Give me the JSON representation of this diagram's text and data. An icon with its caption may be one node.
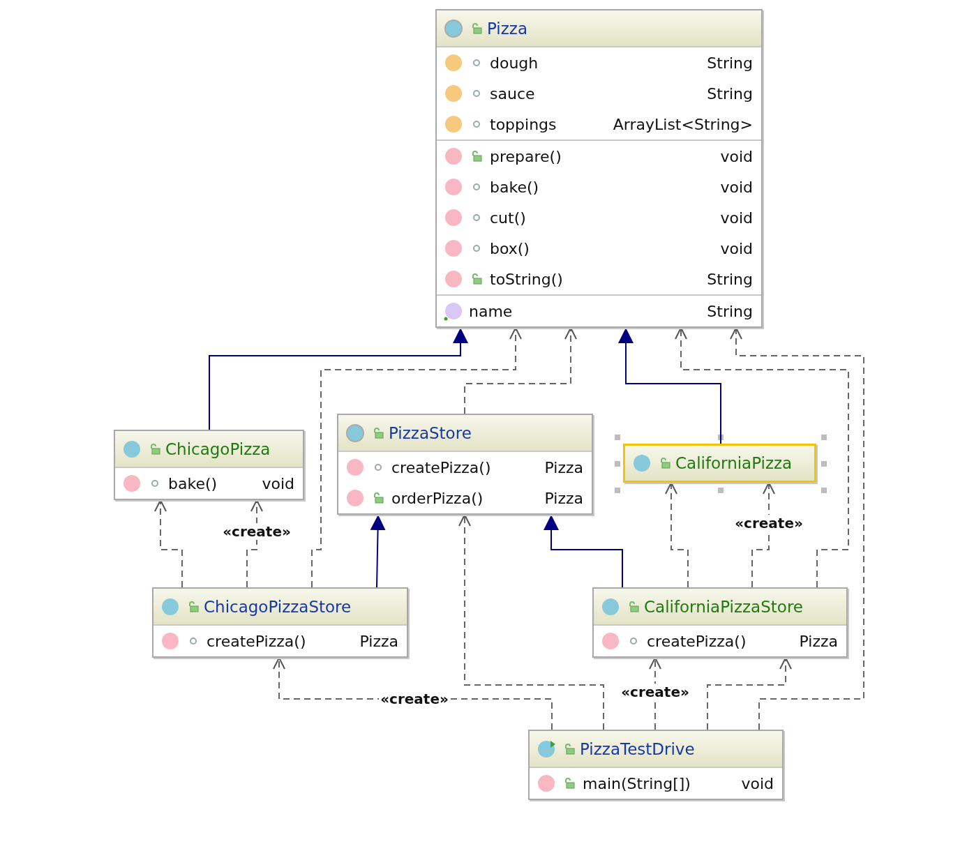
{
  "diagram": {
    "nodes": [
      {
        "text": [
          "Pizza",
          "dough",
          "String",
          "sauce",
          "String",
          "toppings",
          "ArrayList<String>",
          "prepare()",
          "void",
          "bake()",
          "void",
          "cut()",
          "void",
          "box()",
          "void",
          "toString()",
          "String",
          "name",
          "String"
        ]
      },
      {
        "text": [
          "ChicagoPizza",
          "bake()",
          "void"
        ]
      },
      {
        "text": [
          "PizzaStore",
          "createPizza()",
          "Pizza",
          "orderPizza()",
          "Pizza"
        ]
      },
      {
        "text": [
          "CaliforniaPizza"
        ]
      },
      {
        "text": [
          "ChicagoPizzaStore",
          "createPizza()",
          "Pizza"
        ]
      },
      {
        "text": [
          "CaliforniaPizzaStore",
          "createPizza()",
          "Pizza"
        ]
      },
      {
        "text": [
          "PizzaTestDrive",
          "main(String[])",
          "void"
        ]
      }
    ],
    "edges": [
      {
        "from": 1,
        "to": 0,
        "arrow": "to",
        "color": "#000080"
      },
      {
        "from": 4,
        "to": 0,
        "arrow": "to",
        "style": "dashed"
      },
      {
        "from": 2,
        "to": 0,
        "arrow": "to",
        "style": "dashed"
      },
      {
        "from": 3,
        "to": 0,
        "arrow": "to",
        "color": "#000080"
      },
      {
        "from": 5,
        "to": 0,
        "arrow": "to",
        "style": "dashed"
      },
      {
        "from": 6,
        "to": 0,
        "arrow": "to",
        "style": "dashed"
      },
      {
        "from": 4,
        "to": 1,
        "arrow": "to",
        "style": "dashed"
      },
      {
        "from": 4,
        "to": 1,
        "arrow": "to",
        "style": "dashed",
        "label": "«create»"
      },
      {
        "from": 4,
        "to": 2,
        "arrow": "to",
        "color": "#000080"
      },
      {
        "from": 5,
        "to": 2,
        "arrow": "to",
        "color": "#000080"
      },
      {
        "from": 5,
        "to": 3,
        "arrow": "to",
        "style": "dashed"
      },
      {
        "from": 5,
        "to": 3,
        "arrow": "to",
        "style": "dashed",
        "label": "«create»"
      },
      {
        "from": 6,
        "to": 4,
        "arrow": "to",
        "style": "dashed",
        "label": "«create»"
      },
      {
        "from": 6,
        "to": 2,
        "arrow": "to",
        "style": "dashed"
      },
      {
        "from": 6,
        "to": 5,
        "arrow": "to",
        "style": "dashed",
        "label": "«create»"
      },
      {
        "from": 6,
        "to": 5,
        "arrow": "to",
        "style": "dashed"
      }
    ]
  }
}
